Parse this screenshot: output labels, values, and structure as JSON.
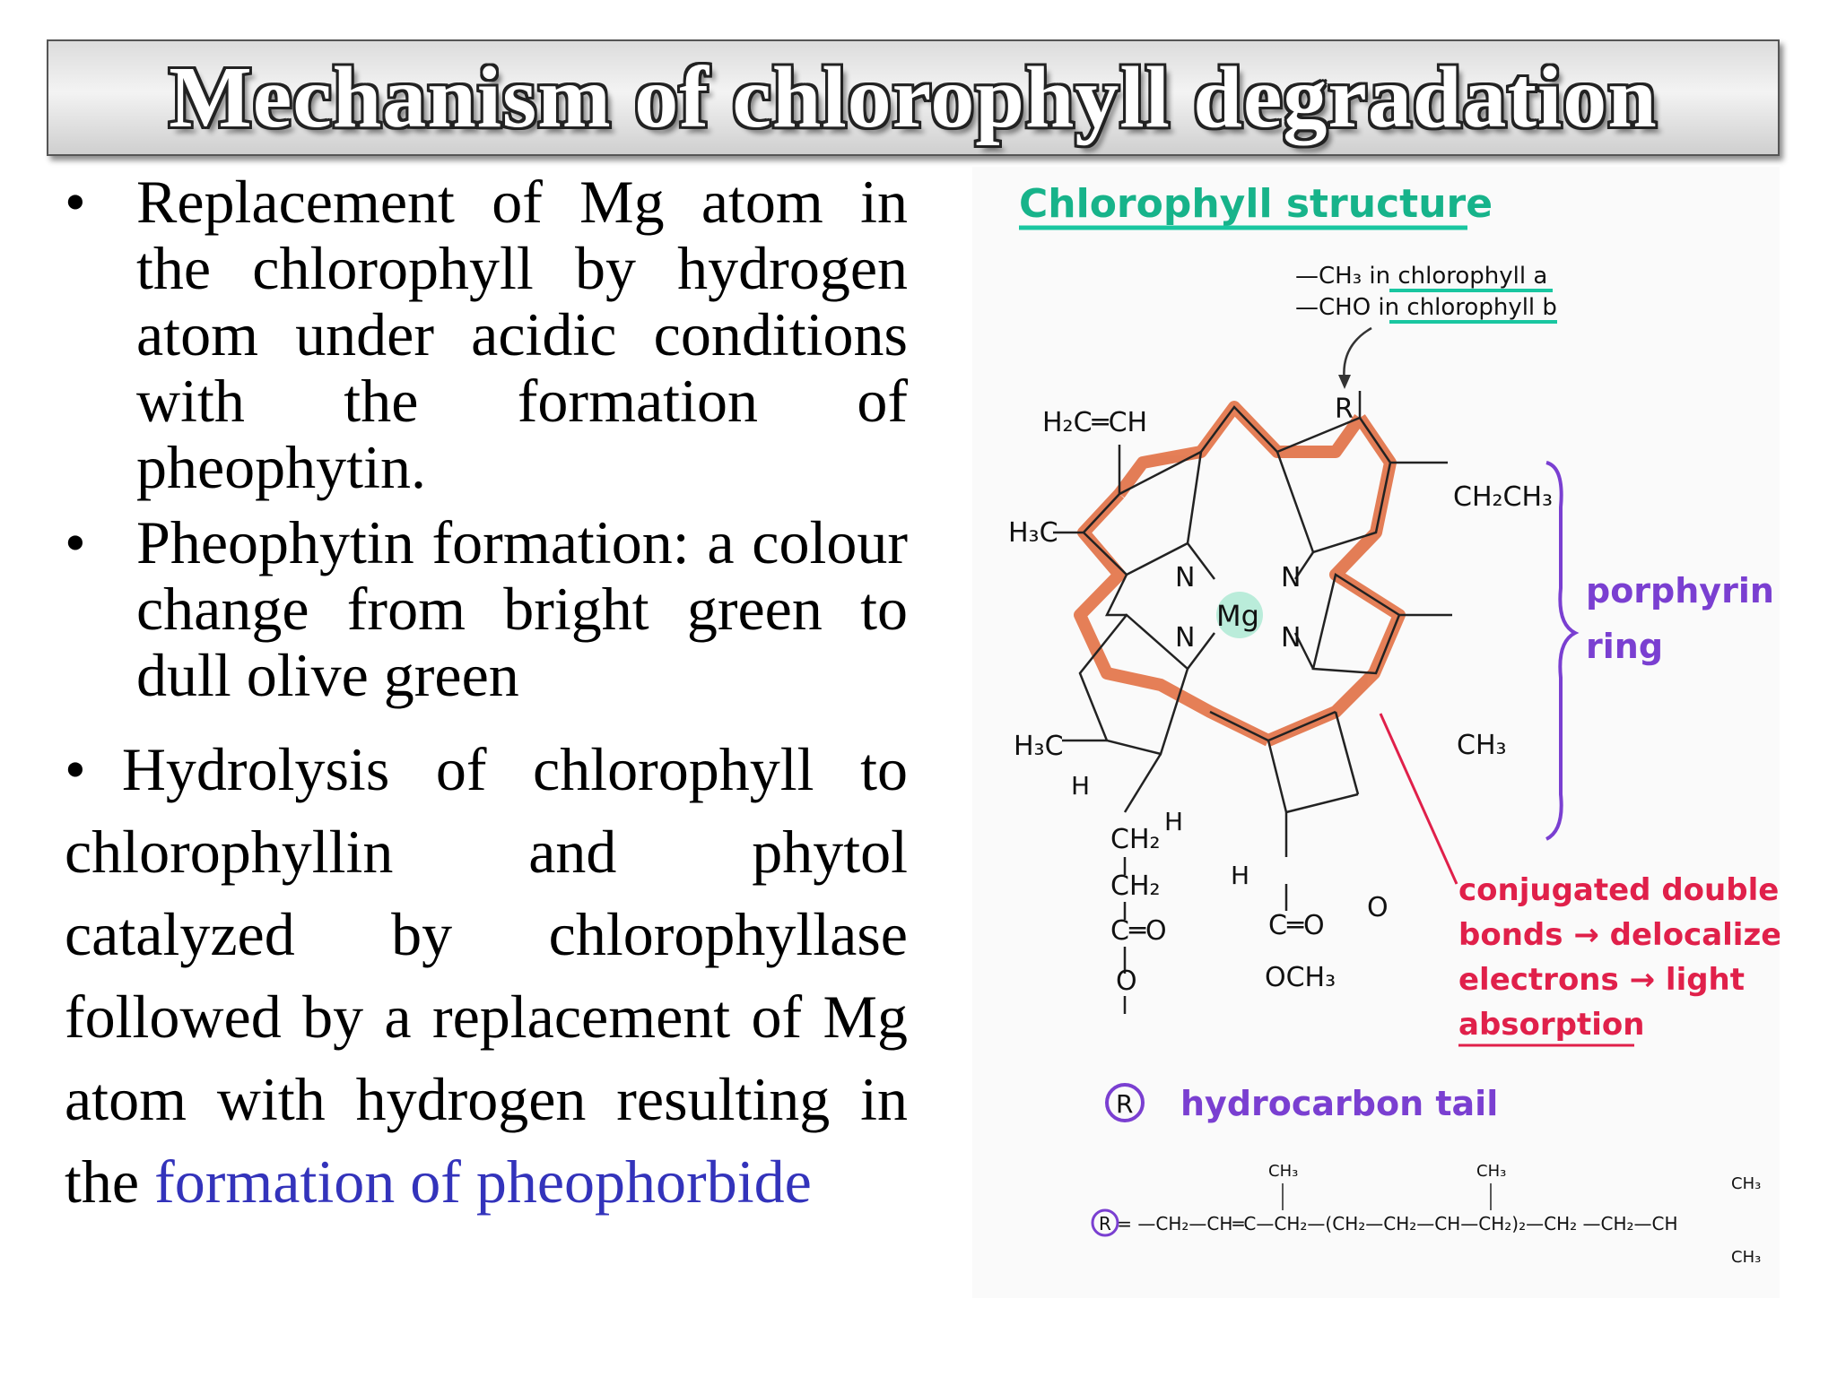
{
  "title": "Mechanism of chlorophyll degradation",
  "bullets": [
    {
      "marker": "•",
      "text": "Replacement of Mg atom in the chlorophyll by hydrogen atom under acidic conditions with the formation of pheophytin."
    },
    {
      "marker": "•",
      "text": "Pheophytin formation: a colour change from bright green to dull olive green"
    },
    {
      "marker": "•",
      "text": "Hydrolysis of chlorophyll to chlorophyllin and phytol catalyzed by chlorophyllase followed by a replacement of Mg atom with hydrogen resulting in the ",
      "highlight": "formation of pheophorbide"
    }
  ],
  "diagram": {
    "heading": "Chlorophyll structure",
    "r_note_a": "—CH₃ in chlorophyll a",
    "r_note_b": "—CHO in chlorophyll b",
    "r_label": "R",
    "vinyl": "H₂C═CH",
    "methyl_top_left": "H₃C",
    "ethyl": "CH₂CH₃",
    "methyl_right": "CH₃",
    "methyl_bottom_left": "H₃C",
    "h_left": "H",
    "h_ch2": "H",
    "ch2_a": "CH₂",
    "ch2_b": "CH₂",
    "co_left": "C═O",
    "o_left": "O",
    "h_ring5": "H",
    "co_right": "C═O",
    "o_ketone": "O",
    "och3": "OCH₃",
    "n1": "N",
    "n2": "N",
    "n3": "N",
    "n4": "N",
    "mg": "Mg",
    "porphyrin_label_1": "porphyrin",
    "porphyrin_label_2": "ring",
    "conj_1": "conjugated double",
    "conj_2": "bonds → delocalized",
    "conj_3": "electrons → light",
    "conj_4": "absorption",
    "tail_r": "R",
    "tail_label": "hydrocarbon tail",
    "phytyl_formula": "R = —CH₂—CH═C—CH₂—(CH₂—CH₂—CH—CH₂)₂—CH₂ —CH₂—CH",
    "phytyl_ch3_1": "CH₃",
    "phytyl_ch3_2": "CH₃",
    "phytyl_ch3_3": "CH₃",
    "phytyl_ch3_4": "CH₃",
    "colors": {
      "heading": "#17b38a",
      "note_underline": "#19c6a0",
      "porphyrin": "#7a3fd1",
      "conjugated": "#e0204a",
      "bonds_highlight": "#e0683a"
    }
  }
}
